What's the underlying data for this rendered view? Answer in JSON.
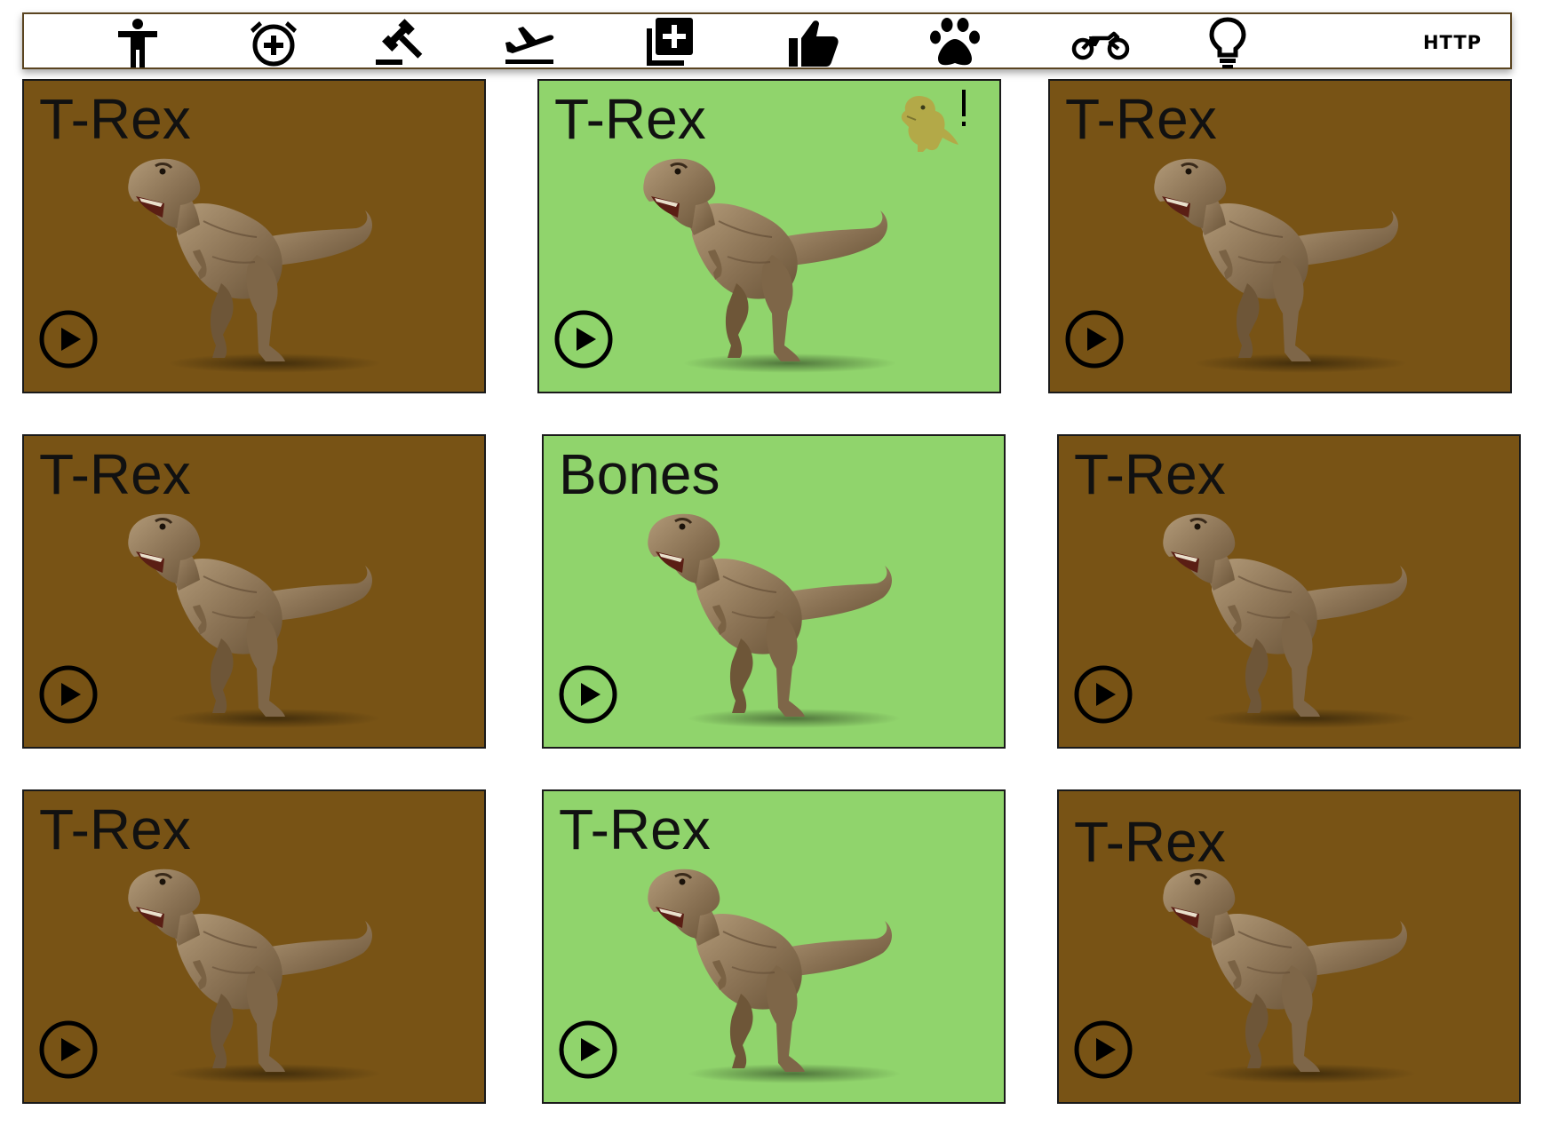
{
  "colors": {
    "brown_card": "#785315",
    "green_card": "#90d46c",
    "toolbar_border": "#5a4420"
  },
  "toolbar": {
    "items": [
      {
        "icon": "accessibility-icon"
      },
      {
        "icon": "add-alarm-icon"
      },
      {
        "icon": "gavel-icon"
      },
      {
        "icon": "flight-takeoff-icon"
      },
      {
        "icon": "library-add-icon"
      },
      {
        "icon": "thumb-up-icon"
      },
      {
        "icon": "paw-icon"
      },
      {
        "icon": "motorcycle-icon"
      },
      {
        "icon": "lightbulb-icon"
      },
      {
        "icon": "http-icon",
        "label": "HTTP"
      }
    ]
  },
  "cards": [
    {
      "title": "T-Rex",
      "color": "brown",
      "badge": false
    },
    {
      "title": "T-Rex",
      "color": "green",
      "badge": true
    },
    {
      "title": "T-Rex",
      "color": "brown",
      "badge": false
    },
    {
      "title": "T-Rex",
      "color": "brown",
      "badge": false
    },
    {
      "title": "Bones",
      "color": "green",
      "badge": false
    },
    {
      "title": "T-Rex",
      "color": "brown",
      "badge": false
    },
    {
      "title": "T-Rex",
      "color": "brown",
      "badge": false
    },
    {
      "title": "T-Rex",
      "color": "green",
      "badge": false
    },
    {
      "title": "T-Rex",
      "color": "brown",
      "badge": false
    }
  ]
}
